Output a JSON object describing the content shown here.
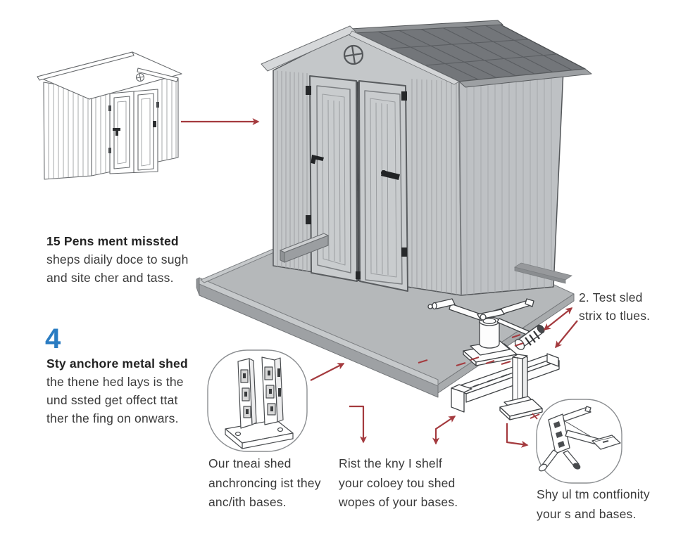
{
  "colors": {
    "arrow_red": "#a43a3e",
    "step_blue": "#2a7cc2",
    "shed_body_gray": "#c4c7c9",
    "roof_dark_gray": "#73767a",
    "platform_gray": "#b5b8ba"
  },
  "intro": {
    "heading": "15 Pens ment missted",
    "lines": [
      "sheps diaily doce to sugh",
      "and site cher and tass."
    ]
  },
  "step": {
    "number": "4",
    "heading": "Sty anchore metal shed",
    "lines": [
      "the thene hed lays is the",
      "und ssted get offect ttat",
      "ther the fing on onwars."
    ]
  },
  "note_right": {
    "lines": [
      "2. Test sled",
      "strix to tlues."
    ]
  },
  "caption_left": {
    "lines": [
      "Our tneai shed",
      "anchroncing ist they",
      "anc/ith bases."
    ]
  },
  "caption_middle": {
    "lines": [
      "Rist the kny I shelf",
      "your coloey tou shed",
      "wopes of your bases."
    ]
  },
  "caption_right": {
    "lines": [
      "Shy ul tm contfionity",
      "your s and bases."
    ]
  },
  "illustrations": {
    "small_shed": "outline metal shed with double doors and gable vent",
    "large_shed": "gray metal shed with double doors, gable vent and dark panel roof",
    "platform": "base platform slab",
    "anchor_assembly": "corner anchor fitting",
    "ground_rail": "base rail channel",
    "anchor_post": "anchor post with base plate",
    "detail_left": "perforated anchor brackets on base plate",
    "detail_right": "anchor bracket assembly"
  }
}
